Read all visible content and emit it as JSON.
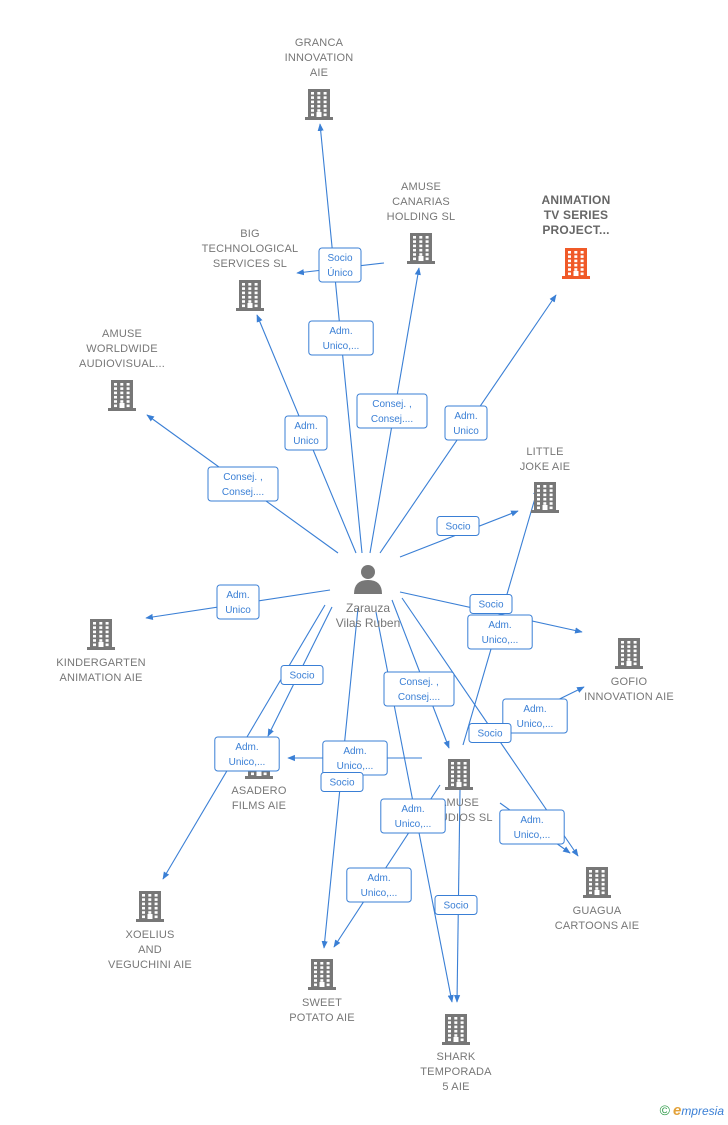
{
  "colors": {
    "edge": "#3a7fd5",
    "building": "#777777",
    "highlight": "#f05a28",
    "person": "#777777"
  },
  "person": {
    "lines": [
      "Zarauza",
      "Vilas Ruben"
    ],
    "icon": "person-icon"
  },
  "companies": [
    {
      "id": "granca",
      "lines": [
        "GRANCA",
        "INNOVATION",
        "AIE"
      ],
      "highlight": false
    },
    {
      "id": "amuse-canarias",
      "lines": [
        "AMUSE",
        "CANARIAS",
        "HOLDING  SL"
      ],
      "highlight": false
    },
    {
      "id": "animation-tv",
      "lines": [
        "ANIMATION",
        "TV SERIES",
        "PROJECT..."
      ],
      "highlight": true
    },
    {
      "id": "big-tech",
      "lines": [
        "BIG",
        "TECHNOLOGICAL",
        "SERVICES  SL"
      ],
      "highlight": false
    },
    {
      "id": "amuse-worldwide",
      "lines": [
        "AMUSE",
        "WORLDWIDE",
        "AUDIOVISUAL..."
      ],
      "highlight": false
    },
    {
      "id": "little-joke",
      "lines": [
        "LITTLE",
        "JOKE  AIE"
      ],
      "highlight": false
    },
    {
      "id": "kindergarten",
      "lines": [
        "KINDERGARTEN",
        "ANIMATION  AIE"
      ],
      "highlight": false
    },
    {
      "id": "gofio",
      "lines": [
        "GOFIO",
        "INNOVATION AIE"
      ],
      "highlight": false
    },
    {
      "id": "asadero",
      "lines": [
        "ASADERO",
        "FILMS  AIE"
      ],
      "highlight": false
    },
    {
      "id": "amuse-studios",
      "lines": [
        "AMUSE",
        "STUDIOS  SL"
      ],
      "highlight": false
    },
    {
      "id": "guagua",
      "lines": [
        "GUAGUA",
        "CARTOONS AIE"
      ],
      "highlight": false
    },
    {
      "id": "xoelius",
      "lines": [
        "XOELIUS",
        "AND",
        "VEGUCHINI  AIE"
      ],
      "highlight": false
    },
    {
      "id": "sweet-potato",
      "lines": [
        "SWEET",
        "POTATO  AIE"
      ],
      "highlight": false
    },
    {
      "id": "shark",
      "lines": [
        "SHARK",
        "TEMPORADA",
        "5  AIE"
      ],
      "highlight": false
    }
  ],
  "edges": [
    {
      "from": "person",
      "to": "granca",
      "lines": [
        "Adm.",
        "Unico,..."
      ]
    },
    {
      "from": "person",
      "to": "amuse-canarias",
      "lines": [
        "Consej. ,",
        "Consej...."
      ]
    },
    {
      "from": "person",
      "to": "animation-tv",
      "lines": [
        "Adm.",
        "Unico"
      ]
    },
    {
      "from": "person",
      "to": "big-tech",
      "lines": [
        "Adm.",
        "Unico"
      ]
    },
    {
      "from": "amuse-canarias",
      "to": "big-tech",
      "lines": [
        "Socio",
        "Único"
      ]
    },
    {
      "from": "person",
      "to": "amuse-worldwide",
      "lines": [
        "Consej. ,",
        "Consej...."
      ]
    },
    {
      "from": "person",
      "to": "little-joke",
      "lines": [
        "Socio"
      ]
    },
    {
      "from": "person",
      "to": "kindergarten",
      "lines": [
        "Adm.",
        "Unico"
      ]
    },
    {
      "from": "person",
      "to": "gofio",
      "lines": [
        "Socio"
      ]
    },
    {
      "from": "amuse-studios",
      "to": "little-joke",
      "lines": [
        "Adm.",
        "Unico,..."
      ]
    },
    {
      "from": "amuse-studios",
      "to": "gofio",
      "lines": [
        "Adm.",
        "Unico,..."
      ]
    },
    {
      "from": "person",
      "to": "amuse-studios",
      "lines": [
        "Consej. ,",
        "Consej...."
      ]
    },
    {
      "from": "person",
      "to": "guagua",
      "lines": [
        "Socio"
      ]
    },
    {
      "from": "amuse-studios",
      "to": "guagua",
      "lines": [
        "Adm.",
        "Unico,..."
      ]
    },
    {
      "from": "person",
      "to": "asadero",
      "lines": [
        "Socio"
      ]
    },
    {
      "from": "person",
      "to": "xoelius",
      "lines": [
        "Adm.",
        "Unico,..."
      ]
    },
    {
      "from": "amuse-studios",
      "to": "asadero",
      "lines": [
        "Adm.",
        "Unico,..."
      ]
    },
    {
      "from": "person",
      "to": "sweet-potato",
      "lines": [
        "Socio"
      ]
    },
    {
      "from": "amuse-studios",
      "to": "sweet-potato",
      "lines": [
        "Adm.",
        "Unico,..."
      ]
    },
    {
      "from": "person",
      "to": "shark",
      "lines": [
        "Adm.",
        "Unico,..."
      ]
    },
    {
      "from": "amuse-studios",
      "to": "shark",
      "lines": [
        "Socio"
      ]
    }
  ],
  "brand": {
    "copyright": "©",
    "initial": "e",
    "rest": "mpresia"
  }
}
